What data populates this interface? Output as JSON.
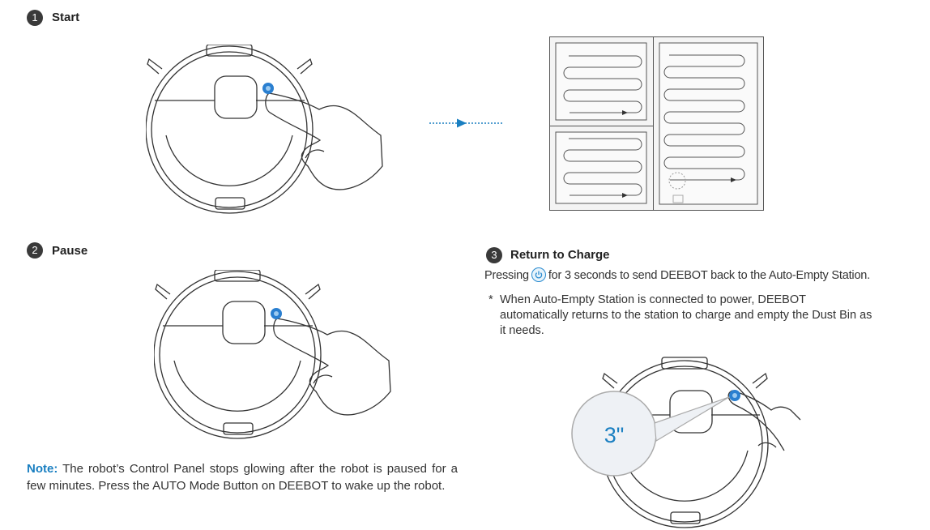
{
  "steps": [
    {
      "number": "1",
      "title": "Start"
    },
    {
      "number": "2",
      "title": "Pause"
    },
    {
      "number": "3",
      "title": "Return to Charge"
    }
  ],
  "return_to_charge": {
    "instruction_before": "Pressing",
    "instruction_after": "for 3 seconds to send DEEBOT back to the Auto-Empty Station.",
    "bullet_mark": "*",
    "bullet_text": "When Auto-Empty Station is connected to power, DEEBOT automatically returns to the station to charge and empty the Dust Bin as it needs.",
    "hold_label": "3\""
  },
  "note": {
    "label": "Note:",
    "text": "The robot’s Control Panel stops glowing after the robot is paused for a few minutes. Press the AUTO Mode Button on DEEBOT to wake up the robot."
  },
  "icons": {
    "button": "auto-mode-button-icon",
    "power": "power-icon",
    "arrow": "dotted-arrow-icon"
  },
  "colors": {
    "accent_blue": "#1a7fc1",
    "button_blue": "#2a7fd0",
    "step_circle": "#3a3a3a",
    "line": "#333333",
    "map_bg": "#f4f4f4"
  }
}
